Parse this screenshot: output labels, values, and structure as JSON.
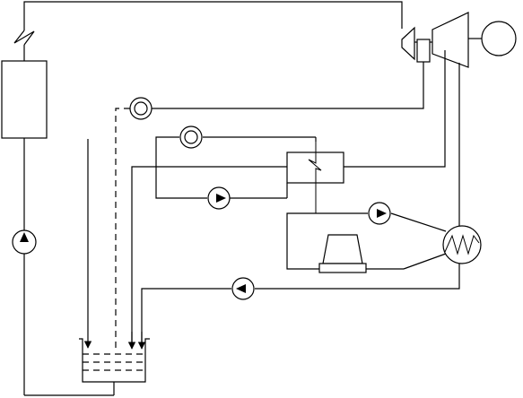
{
  "diagram": {
    "kind": "schematic",
    "labels": [],
    "colors": {
      "line": "#000000",
      "background": "#ffffff"
    },
    "components": [
      {
        "id": "boiler",
        "icon": "rectangle"
      },
      {
        "id": "feed-pump",
        "icon": "pump-symbol"
      },
      {
        "id": "turbine-hp",
        "icon": "trapezoid"
      },
      {
        "id": "turbine-lp",
        "icon": "trapezoid"
      },
      {
        "id": "generator",
        "icon": "circle"
      },
      {
        "id": "condenser",
        "icon": "coil-in-circle"
      },
      {
        "id": "heat-exchanger",
        "icon": "coil-in-box"
      },
      {
        "id": "tank",
        "icon": "vessel"
      }
    ]
  }
}
